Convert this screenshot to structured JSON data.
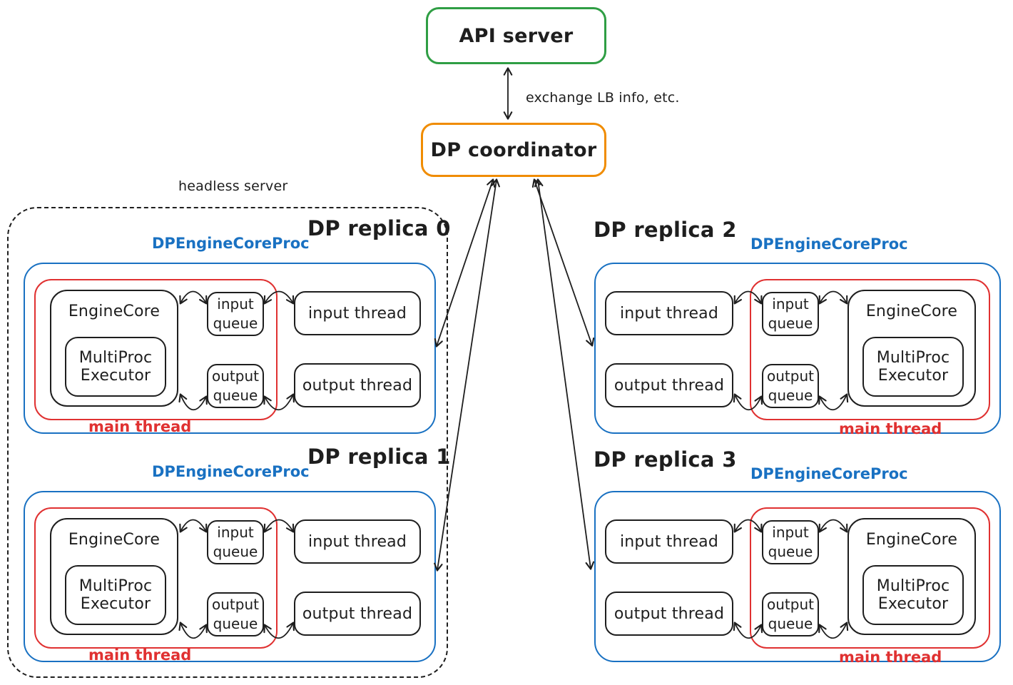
{
  "header": {
    "api_server_label": "API server",
    "coordinator_label": "DP coordinator",
    "exchange_label": "exchange LB info, etc."
  },
  "headless_group": {
    "label": "headless server"
  },
  "replicas": [
    {
      "title": "DP replica 0",
      "proc": "DPEngineCoreProc",
      "engine": "EngineCore",
      "executor": "MultiProc Executor",
      "in_q": "input queue",
      "out_q": "output queue",
      "in_t": "input thread",
      "out_t": "output thread",
      "main": "main thread"
    },
    {
      "title": "DP replica 1",
      "proc": "DPEngineCoreProc",
      "engine": "EngineCore",
      "executor": "MultiProc Executor",
      "in_q": "input queue",
      "out_q": "output queue",
      "in_t": "input thread",
      "out_t": "output thread",
      "main": "main thread"
    },
    {
      "title": "DP replica 2",
      "proc": "DPEngineCoreProc",
      "engine": "EngineCore",
      "executor": "MultiProc Executor",
      "in_q": "input queue",
      "out_q": "output queue",
      "in_t": "input thread",
      "out_t": "output thread",
      "main": "main thread"
    },
    {
      "title": "DP replica 3",
      "proc": "DPEngineCoreProc",
      "engine": "EngineCore",
      "executor": "MultiProc Executor",
      "in_q": "input queue",
      "out_q": "output queue",
      "in_t": "input thread",
      "out_t": "output thread",
      "main": "main thread"
    }
  ],
  "connections": [
    {
      "from": "API server",
      "to": "DP coordinator",
      "label": "exchange LB info, etc.",
      "bidirectional": true
    },
    {
      "from": "DP coordinator",
      "to": "DP replica 0",
      "bidirectional": true
    },
    {
      "from": "DP coordinator",
      "to": "DP replica 1",
      "bidirectional": true
    },
    {
      "from": "DP coordinator",
      "to": "DP replica 2",
      "bidirectional": true
    },
    {
      "from": "DP coordinator",
      "to": "DP replica 3",
      "bidirectional": true
    }
  ],
  "replica_internal_flows": [
    "EngineCore ↔ input queue ↔ input thread",
    "EngineCore ↔ output queue ↔ output thread"
  ],
  "colors": {
    "green": "#2f9e44",
    "orange": "#f08c00",
    "blue": "#1971c2",
    "red": "#e03131",
    "ink": "#1e1e1e"
  }
}
